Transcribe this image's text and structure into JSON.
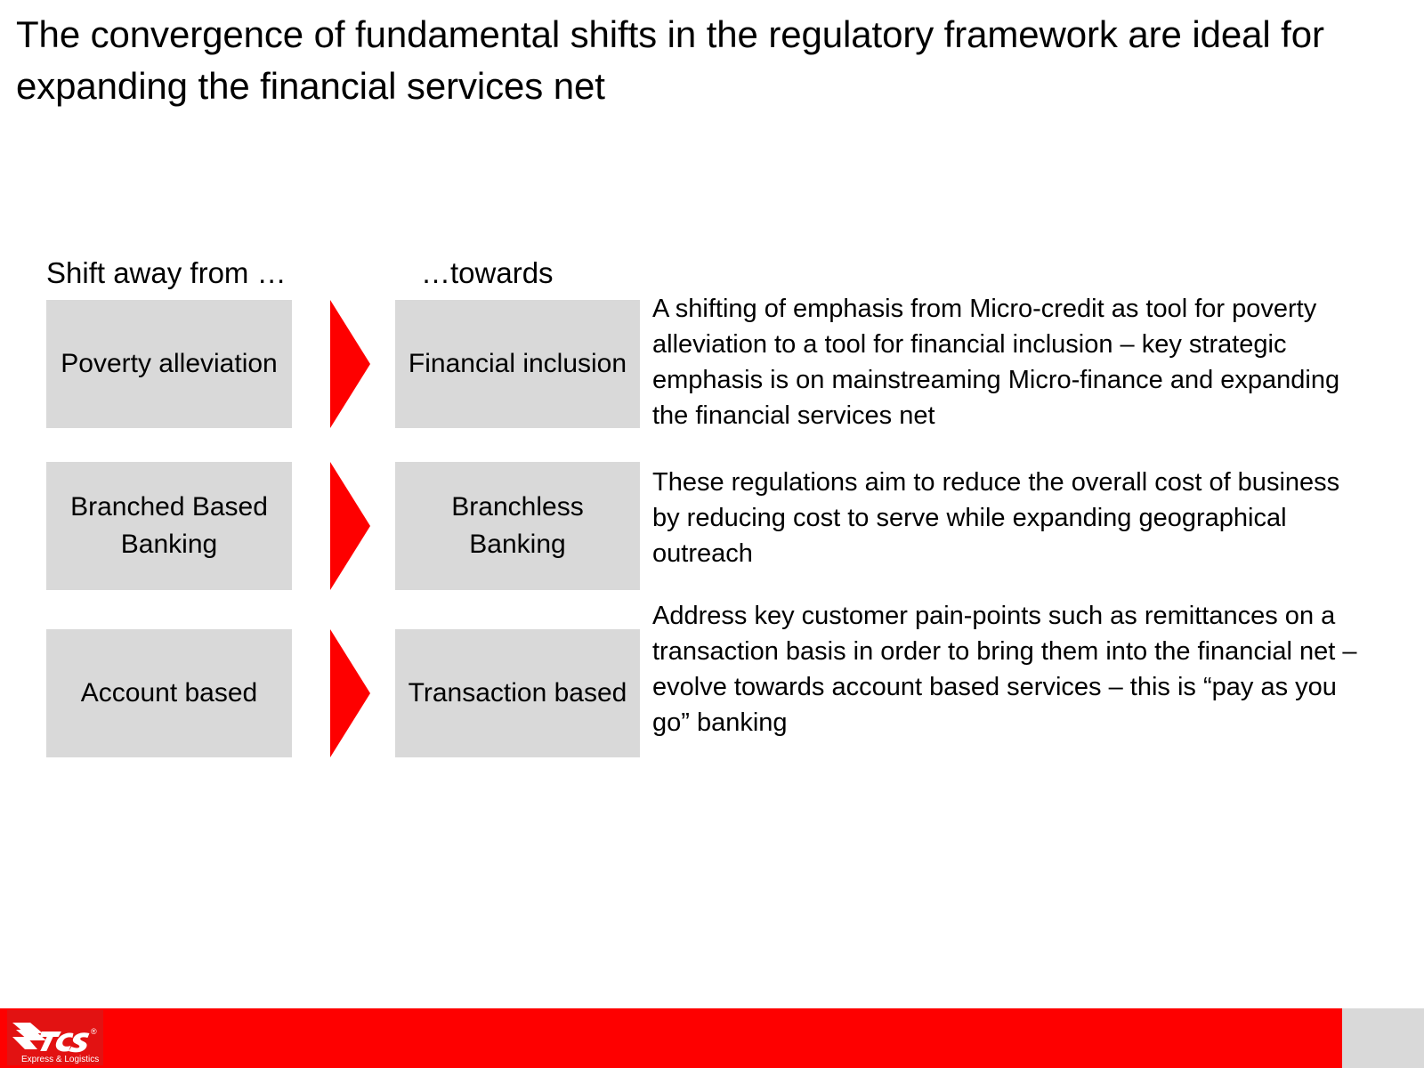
{
  "slide": {
    "title": "The convergence of fundamental shifts in the regulatory framework are ideal for expanding the financial services net",
    "background_color": "#FFFFFF"
  },
  "columns": {
    "from_header": "Shift away from …",
    "to_header": "…towards"
  },
  "colors": {
    "box_fill": "#D9D9D9",
    "arrow_fill": "#FE0000",
    "footer_bar": "#FE0000",
    "footer_block": "#D9D9D9",
    "text": "#000000"
  },
  "rows": [
    {
      "from": "Poverty alleviation",
      "arrow": "right-arrow-icon",
      "to": "Financial inclusion",
      "description": "A shifting of emphasis from Micro-credit as tool for poverty alleviation to a tool for financial inclusion – key strategic emphasis is on mainstreaming Micro-finance and expanding the financial services net"
    },
    {
      "from": "Branched Based Banking",
      "arrow": "right-arrow-icon",
      "to": "Branchless Banking",
      "description": "These regulations aim to reduce the overall cost of business by reducing cost to serve while expanding geographical outreach"
    },
    {
      "from": "Account based",
      "arrow": "right-arrow-icon",
      "to": "Transaction based",
      "description": "Address key customer pain-points such as remittances on a transaction basis in order to bring them into the financial net – evolve towards account based services – this is “pay as you go” banking"
    }
  ],
  "footer": {
    "logo_text": "TCS",
    "logo_registered": "®",
    "logo_tagline": "Express & Logistics"
  }
}
